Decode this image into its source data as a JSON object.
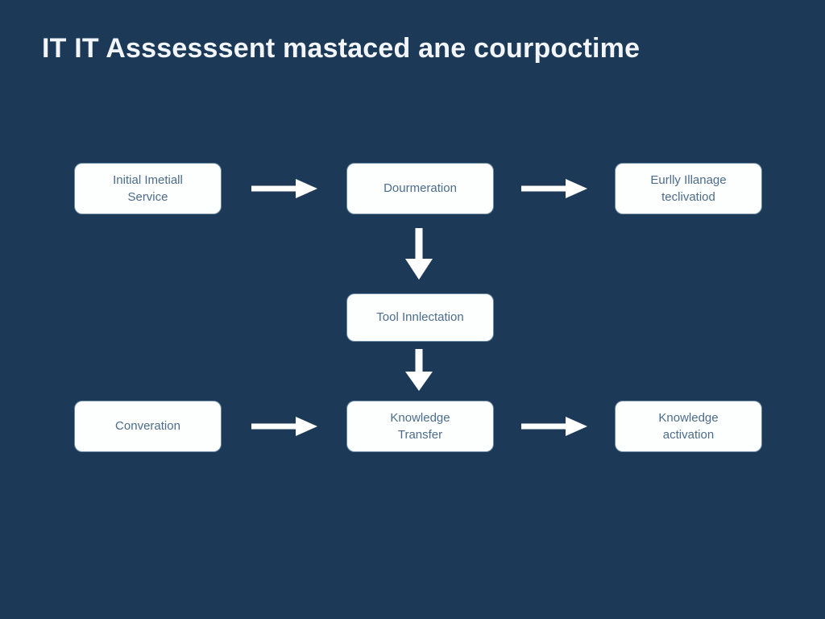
{
  "diagram": {
    "title": "IT IT Asssesssent mastaced ane courpoctime",
    "background_color": "#1c3a58",
    "node_fill_color": "#fdfefe",
    "node_text_color": "#4c6c8c",
    "arrow_color": "#ffffff",
    "type": "flowchart",
    "nodes": [
      {
        "id": "initial-service",
        "label": "Initial Imetiall\nService",
        "row": 1,
        "column": 1
      },
      {
        "id": "documentation",
        "label": "Dourmeration",
        "row": 1,
        "column": 2
      },
      {
        "id": "manage-activation",
        "label": "Eurlly Illanage\nteclivatiod",
        "row": 1,
        "column": 3
      },
      {
        "id": "tool-integration",
        "label": "Tool Innlectation",
        "row": 2,
        "column": 2
      },
      {
        "id": "conversation",
        "label": "Converation",
        "row": 3,
        "column": 1
      },
      {
        "id": "knowledge-transfer",
        "label": "Knowledge\nTransfer",
        "row": 3,
        "column": 2
      },
      {
        "id": "knowledge-activation",
        "label": "Knowledge\nactivation",
        "row": 3,
        "column": 3
      }
    ],
    "connectors": [
      {
        "id": "initial-service-to-documentation",
        "from": "initial-service",
        "to": "documentation",
        "direction": "right"
      },
      {
        "id": "documentation-to-manage-activation",
        "from": "documentation",
        "to": "manage-activation",
        "direction": "right"
      },
      {
        "id": "documentation-to-tool-integration",
        "from": "documentation",
        "to": "tool-integration",
        "direction": "down"
      },
      {
        "id": "tool-integration-to-knowledge-transfer",
        "from": "tool-integration",
        "to": "knowledge-transfer",
        "direction": "down"
      },
      {
        "id": "conversation-to-knowledge-transfer",
        "from": "conversation",
        "to": "knowledge-transfer",
        "direction": "right"
      },
      {
        "id": "knowledge-transfer-to-knowledge-activation",
        "from": "knowledge-transfer",
        "to": "knowledge-activation",
        "direction": "right"
      }
    ]
  }
}
